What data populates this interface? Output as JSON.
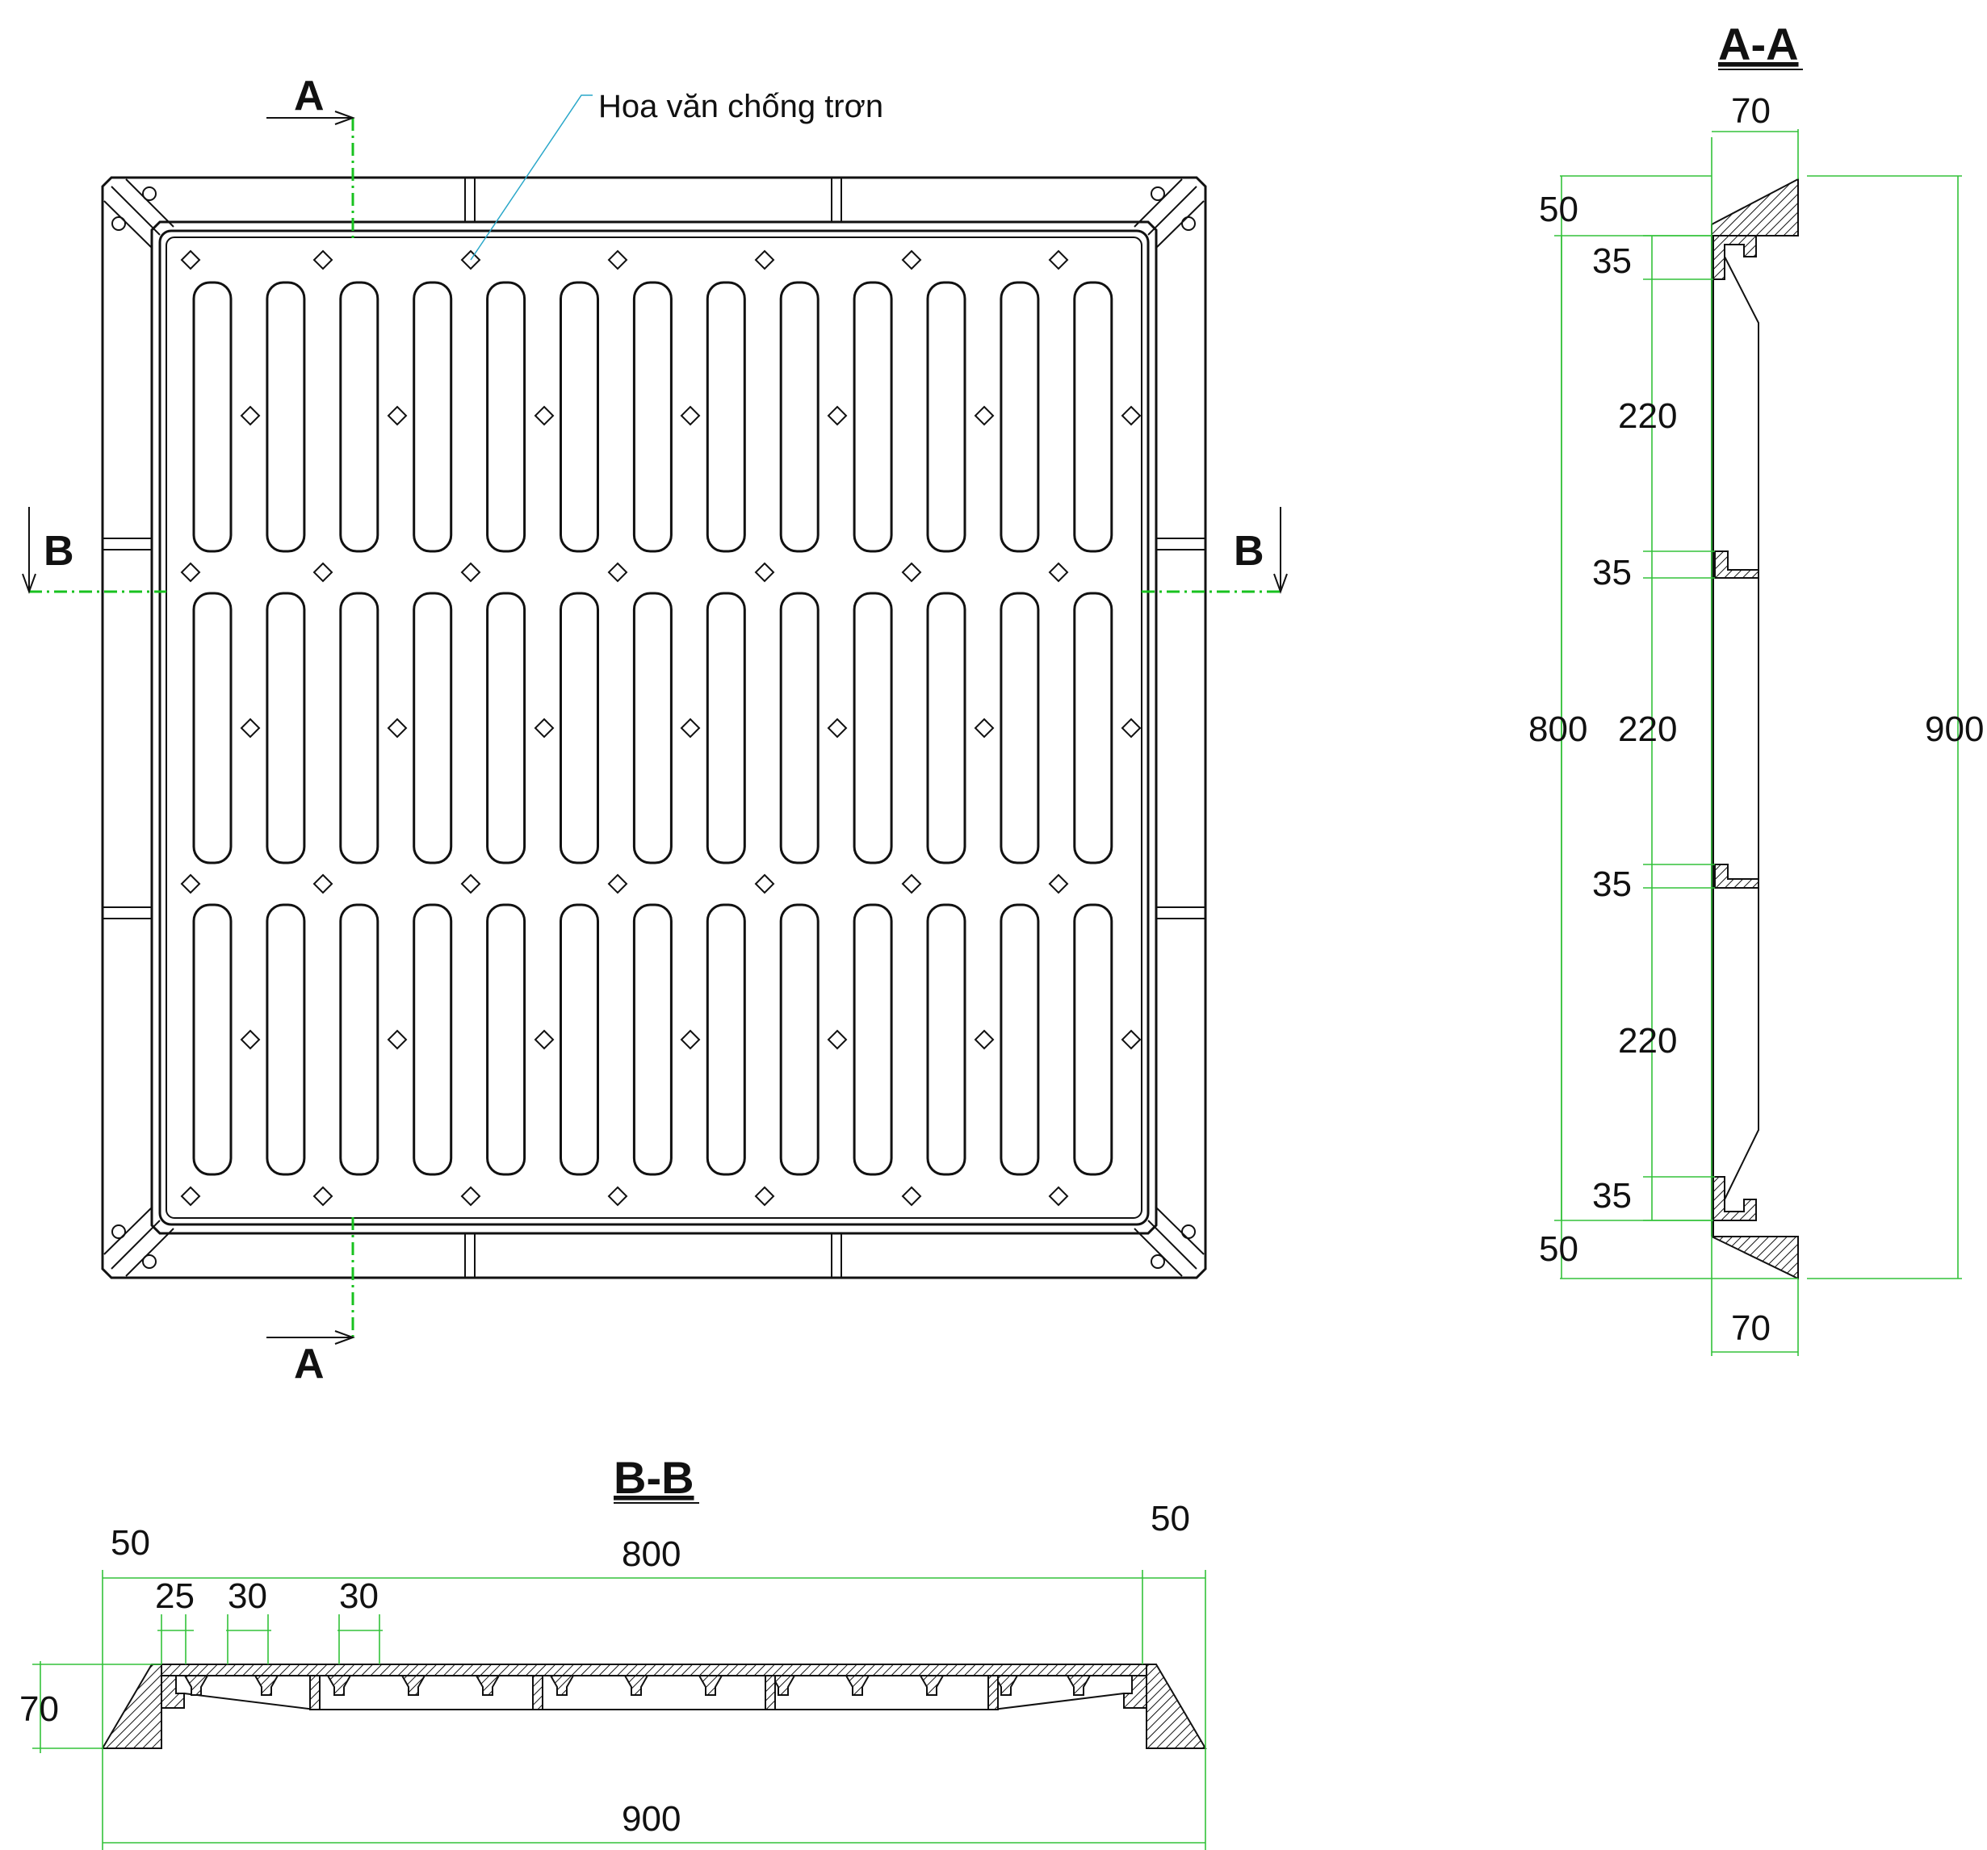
{
  "note": "Hoa văn chống trơn",
  "section_marks": {
    "a_top": "A",
    "a_bottom": "A",
    "b_left": "B",
    "b_right": "B"
  },
  "section_aa": {
    "title": "A-A",
    "dims": {
      "top_width": "70",
      "bottom_width": "70",
      "flange_top": "50",
      "flange_bottom": "50",
      "rib_1": "35",
      "span_1": "220",
      "rib_2": "35",
      "span_2": "220",
      "rib_3": "35",
      "span_3": "220",
      "rib_4": "35",
      "inner": "800",
      "overall": "900"
    }
  },
  "section_bb": {
    "title": "B-B",
    "dims": {
      "flange_left": "50",
      "flange_right": "50",
      "inner": "800",
      "rim": "25",
      "slot_1": "30",
      "slot_2": "30",
      "height": "70",
      "overall": "900"
    }
  }
}
